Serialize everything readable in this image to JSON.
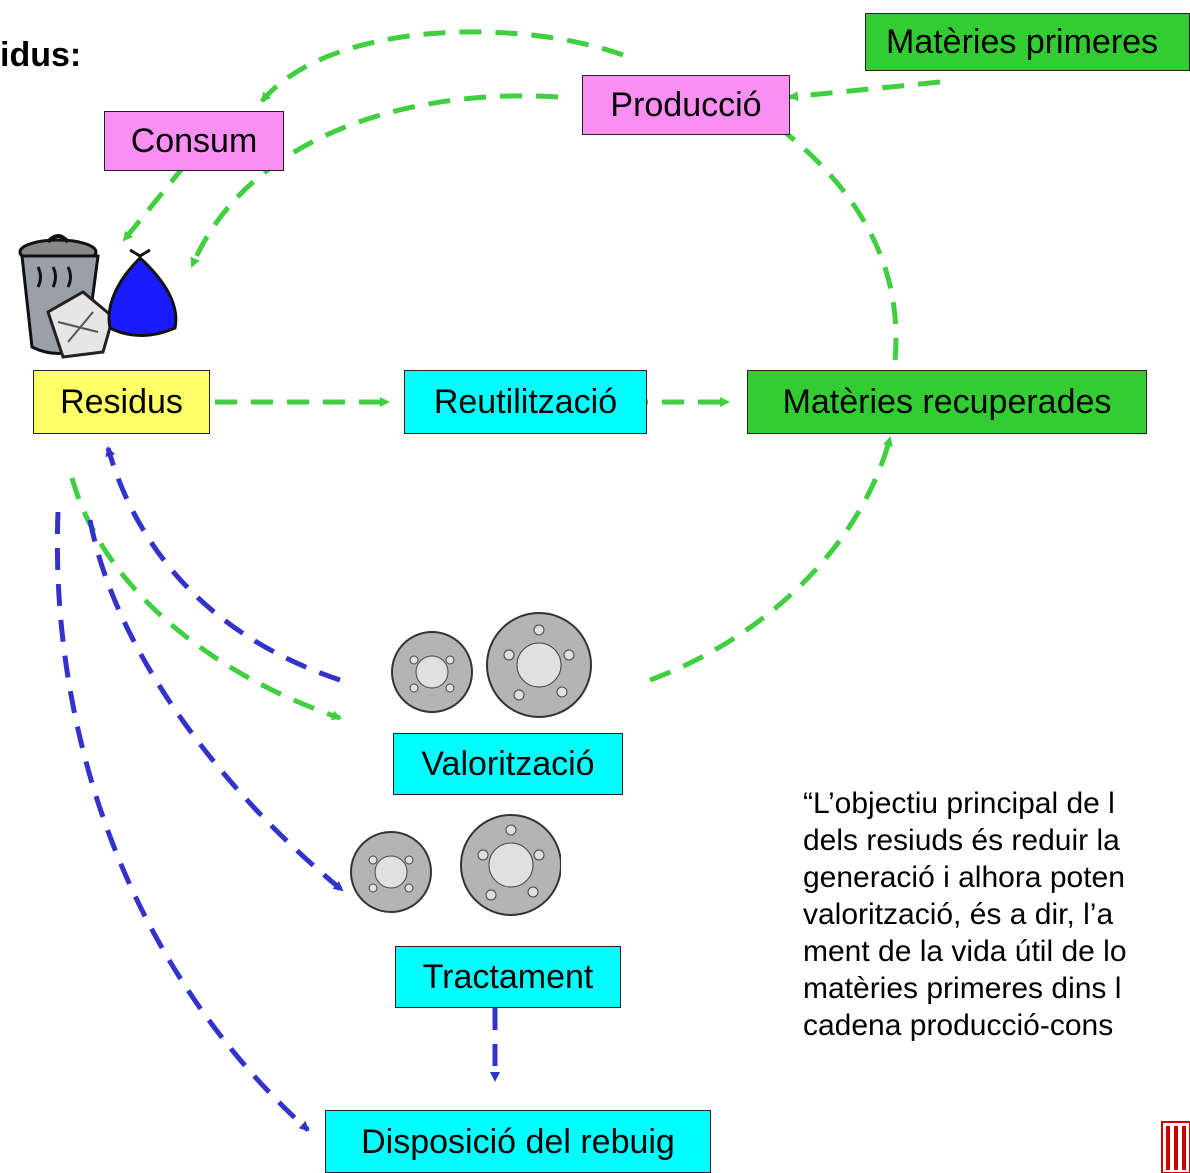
{
  "title_fragment": "idus:",
  "nodes": {
    "materies_primeres": "Matèries primeres",
    "produccio": "Producció",
    "consum": "Consum",
    "residus": "Residus",
    "reutilitzacio": "Reutilització",
    "materies_recuperades": "Matèries recuperades",
    "valoritzacio": "Valorització",
    "tractament": "Tractament",
    "disposicio": "Disposició del rebuig"
  },
  "quote": {
    "lines": [
      "“L’objectiu principal de l",
      "dels resiuds és reduir la",
      "generació i alhora poten",
      "valorització, és a dir, l’a",
      "ment de la vida útil de lo",
      "matèries primeres dins l",
      "cadena producció-cons"
    ]
  },
  "colors": {
    "green_arrow": "#3fcf3f",
    "blue_arrow": "#3333cc",
    "pink": "#f98ff0",
    "green_box": "#33cc33",
    "cyan_box": "#00ffff",
    "yellow_box": "#ffff66"
  },
  "icons": [
    "trash-can-icon",
    "garbage-bag-icon",
    "gears-icon",
    "institution-logo-icon"
  ]
}
